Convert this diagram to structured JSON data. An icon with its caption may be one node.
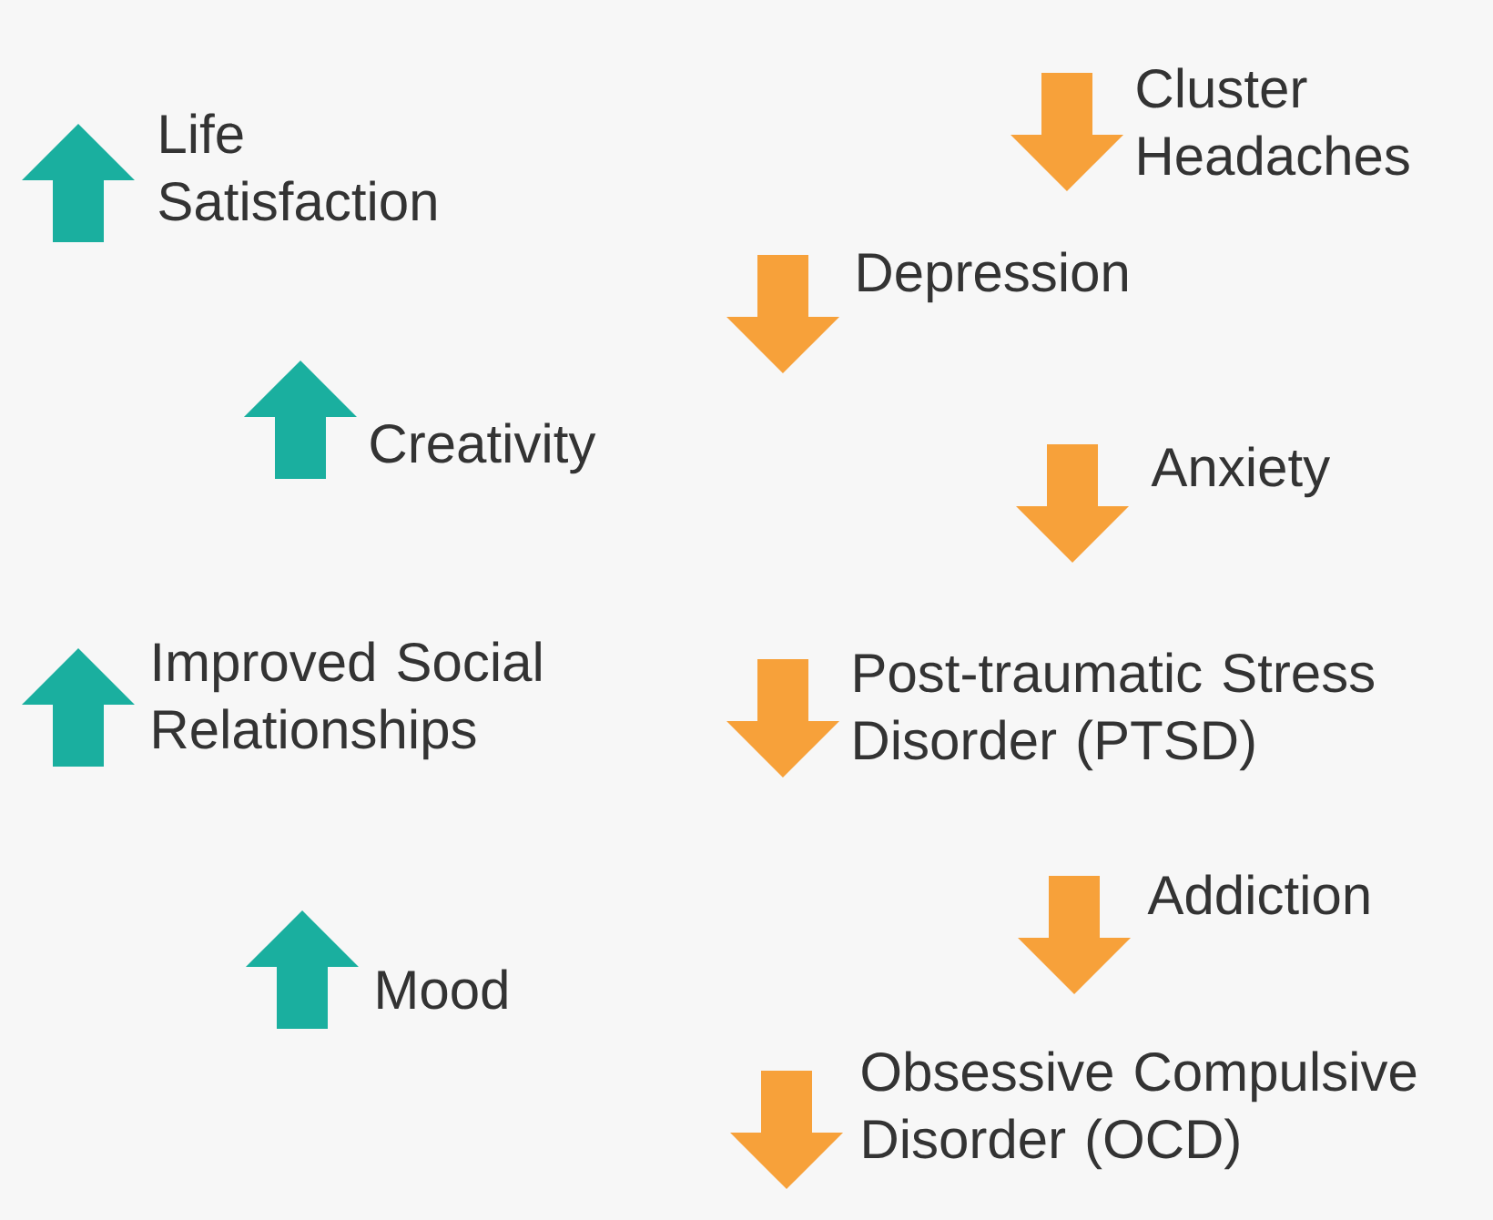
{
  "diagram": {
    "labels": [
      "Life Satisfaction",
      "Creativity",
      "Improved Social Relationships",
      "Mood",
      "Cluster Headaches",
      "Depression",
      "Anxiety",
      "Post-traumatic Stress Disorder (PTSD)",
      "Addiction",
      "Obsessive Compulsive Disorder (OCD)"
    ]
  }
}
